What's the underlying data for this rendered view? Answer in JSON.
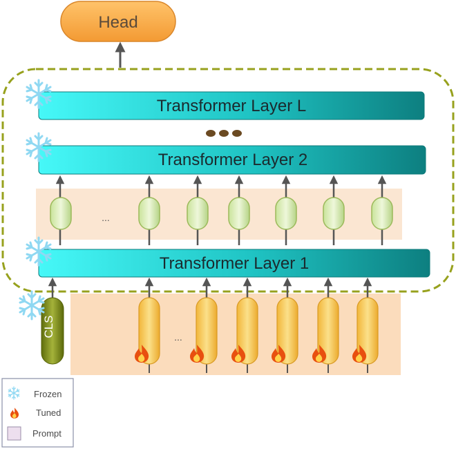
{
  "head": {
    "label": "Head"
  },
  "layers": {
    "top": "Transformer Layer L",
    "middle": "Transformer  Layer 2",
    "bottom": "Transformer Layer 1"
  },
  "ellipsis_dots": "•••",
  "ellipsis_small": "...",
  "cls": {
    "label": "CLS"
  },
  "legend": {
    "frozen": "Frozen",
    "tuned": "Tuned",
    "prompt": "Prompt"
  },
  "colors": {
    "layer_gradient_start": "#3ff6f6",
    "layer_gradient_end": "#0f8c8c",
    "head_fill": "#f7a440",
    "prompt_region": "#fbe3cc",
    "frozen_outline": "#8a9a1a",
    "cls_fill": "#6f7d12",
    "snowflake": "#7fd3f0",
    "flame": "#e85a12"
  }
}
